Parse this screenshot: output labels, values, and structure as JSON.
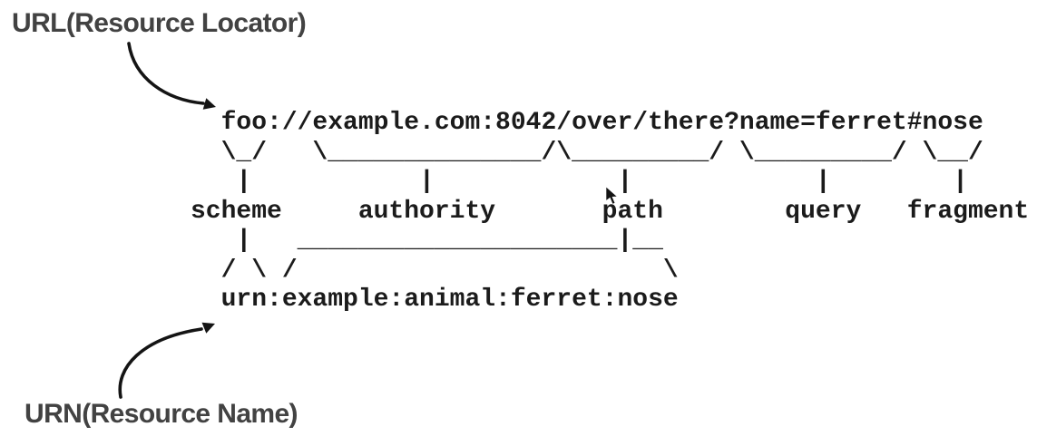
{
  "page": {
    "background_color": "#ffffff"
  },
  "annotations": {
    "url_label": "URL(Resource Locator)",
    "urn_label": "URN(Resource Name)"
  },
  "diagram": {
    "uri_example": "foo://example.com:8042/over/there?name=ferret#nose",
    "urn_example": "urn:example:animal:ferret:nose",
    "component_labels": [
      "scheme",
      "authority",
      "path",
      "query",
      "fragment"
    ],
    "ascii_lines": [
      "  foo://example.com:8042/over/there?name=ferret#nose",
      "  \\_/   \\______________/\\_________/ \\_________/ \\__/",
      "   |           |            |            |        |",
      "scheme     authority       path        query   fragment",
      "   |   _____________________|__",
      "  / \\ /                        \\",
      "  urn:example:animal:ferret:nose"
    ]
  },
  "icons": {
    "url_arrow": "curved-arrow-down-right",
    "urn_arrow": "curved-arrow-up-right",
    "mouse_cursor": "arrow-pointer"
  },
  "colors": {
    "ascii_text": "#1b1b1b",
    "label_text": "#424242",
    "arrow_stroke": "#141414"
  }
}
